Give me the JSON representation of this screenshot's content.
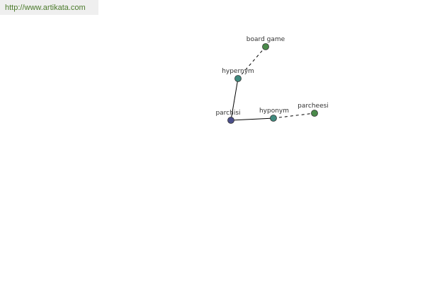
{
  "site": {
    "url": "http://www.artikata.com"
  },
  "colors": {
    "root_node": "#4a4e8a",
    "relation_node": "#3f8a7e",
    "term_node": "#4a8a4a",
    "edge": "#000000",
    "url_text": "#4a7a2a"
  },
  "nodes": {
    "parchisi": {
      "label": "parchisi",
      "role": "root"
    },
    "hypernym": {
      "label": "hypernym",
      "role": "relation"
    },
    "board_game": {
      "label": "board game",
      "role": "term"
    },
    "hyponym": {
      "label": "hyponym",
      "role": "relation"
    },
    "parcheesi": {
      "label": "parcheesi",
      "role": "term"
    }
  },
  "edges": [
    {
      "from": "parchisi",
      "to": "hypernym",
      "style": "solid"
    },
    {
      "from": "hypernym",
      "to": "board_game",
      "style": "dashed"
    },
    {
      "from": "parchisi",
      "to": "hyponym",
      "style": "solid"
    },
    {
      "from": "hyponym",
      "to": "parcheesi",
      "style": "dashed"
    }
  ]
}
